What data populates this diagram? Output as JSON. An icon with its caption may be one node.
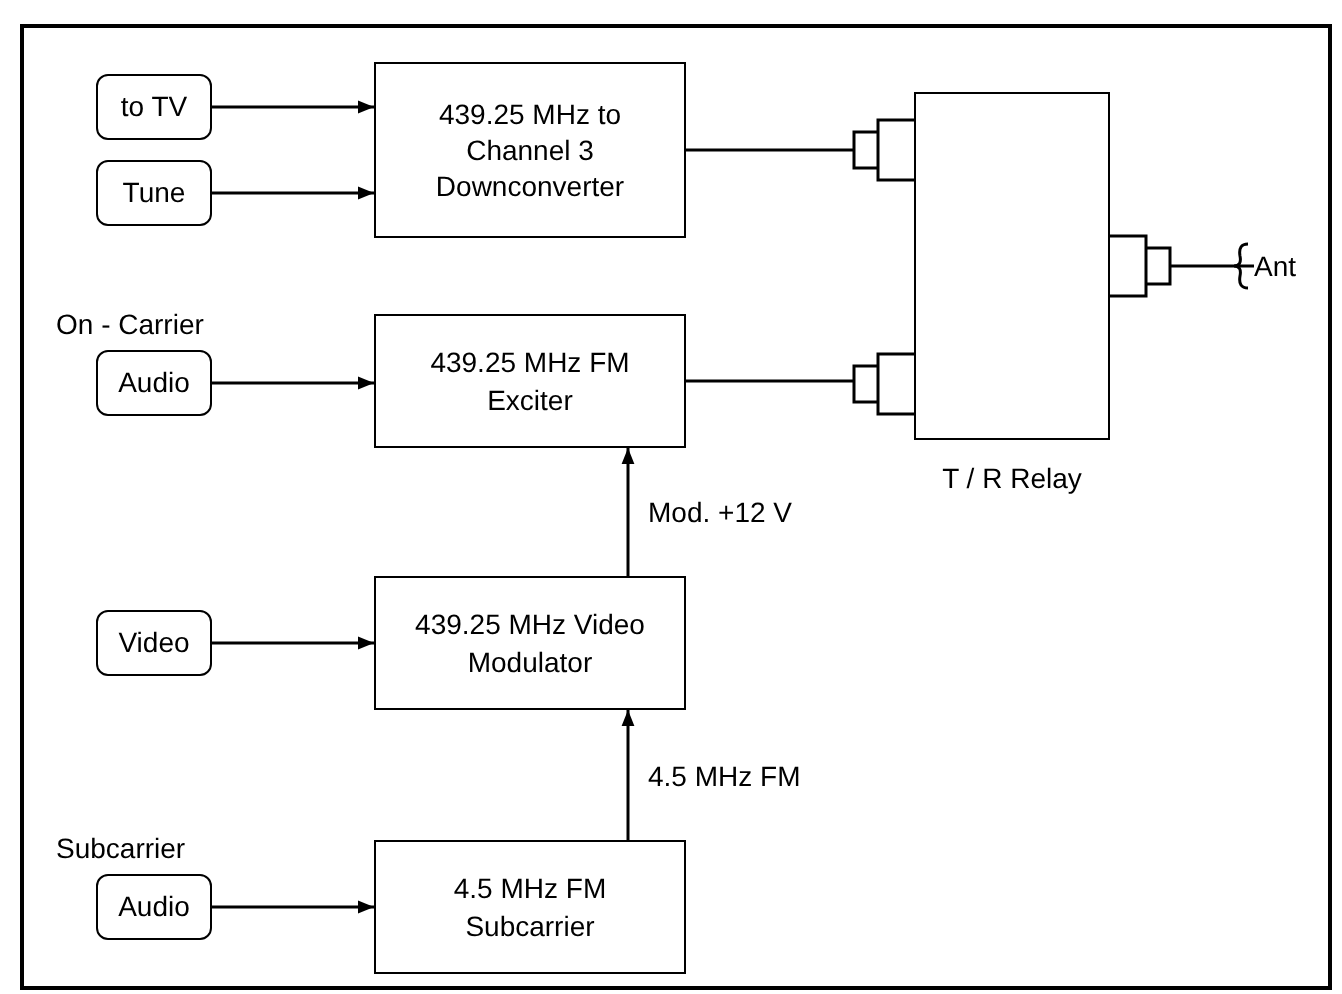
{
  "diagram": {
    "nodes": [
      {
        "text": [
          "to TV"
        ]
      },
      {
        "text": [
          "Tune"
        ]
      },
      {
        "text": [
          "439.25 MHz to Channel 3 Downconverter"
        ]
      },
      {
        "text": [
          "Audio"
        ],
        "beside": [
          "On - Carrier"
        ]
      },
      {
        "text": [
          "439.25 MHz FM Exciter"
        ]
      },
      {
        "text": [
          "T / R Relay"
        ]
      },
      {
        "text": [
          "Video"
        ]
      },
      {
        "text": [
          "439.25 MHz Video Modulator"
        ]
      },
      {
        "text": [
          "Audio"
        ],
        "beside": [
          "Subcarrier"
        ]
      },
      {
        "text": [
          "4.5 MHz FM Subcarrier"
        ]
      },
      {
        "text": [
          "Ant"
        ]
      }
    ],
    "edges": [
      {
        "from": 0,
        "to": 2,
        "arrow": "to"
      },
      {
        "from": 1,
        "to": 2,
        "arrow": "to"
      },
      {
        "from": 3,
        "to": 4,
        "arrow": "to"
      },
      {
        "from": 2,
        "to": 5,
        "arrow": "none"
      },
      {
        "from": 4,
        "to": 5,
        "arrow": "none"
      },
      {
        "from": 5,
        "to": 10,
        "arrow": "none"
      },
      {
        "from": 7,
        "to": 4,
        "arrow": "to",
        "label": "Mod. +12 V"
      },
      {
        "from": 6,
        "to": 7,
        "arrow": "to"
      },
      {
        "from": 9,
        "to": 7,
        "arrow": "to",
        "label": "4.5 MHz FM"
      },
      {
        "from": 8,
        "to": 9,
        "arrow": "to"
      }
    ]
  }
}
